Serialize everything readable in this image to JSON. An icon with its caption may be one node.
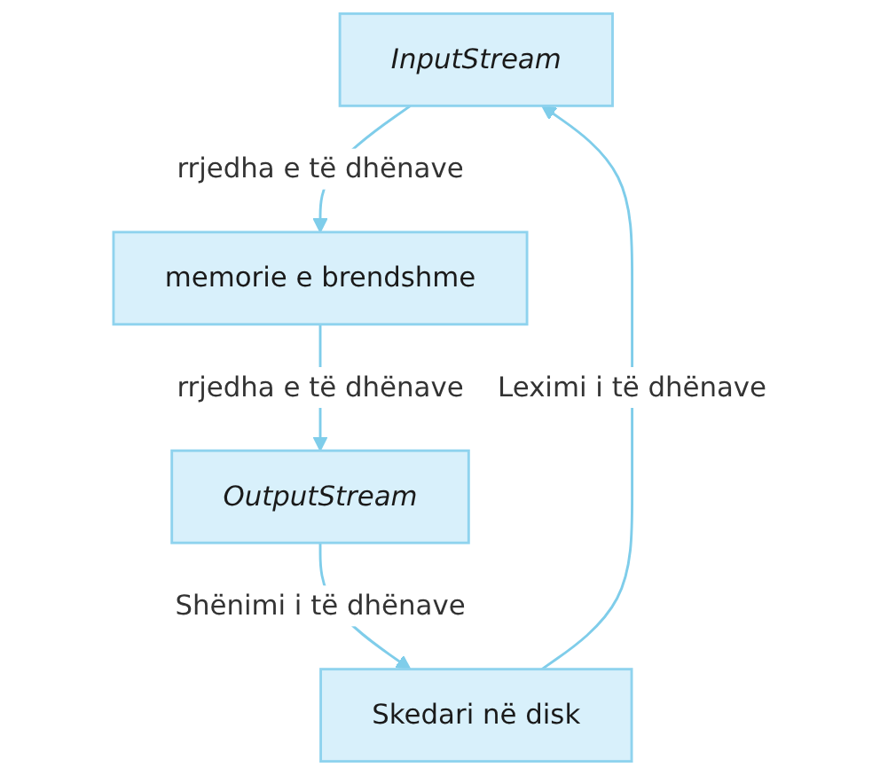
{
  "diagram": {
    "nodes": [
      {
        "text": [
          "InputStream"
        ]
      },
      {
        "text": [
          "memorie e brendshme"
        ]
      },
      {
        "text": [
          "Skedari në disk"
        ]
      },
      {
        "text": [
          "OutputStream"
        ]
      }
    ],
    "edges": [
      {
        "from": 0,
        "to": 1,
        "arrow": "to",
        "label": "rrjedha e të dhënave"
      },
      {
        "from": 1,
        "to": 3,
        "arrow": "to",
        "label": "rrjedha e të dhënave"
      },
      {
        "from": 2,
        "to": 0,
        "arrow": "to",
        "label": "Leximi i të dhënave"
      },
      {
        "from": 3,
        "to": 2,
        "arrow": "to",
        "label": "Shënimi i të dhënave"
      }
    ]
  }
}
